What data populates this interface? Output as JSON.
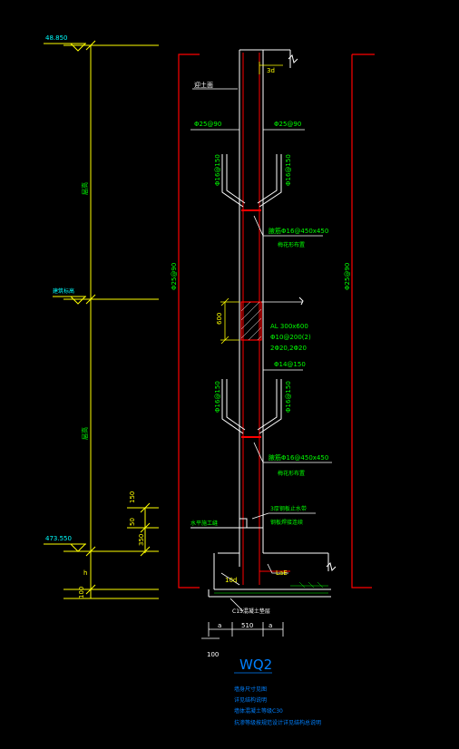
{
  "colors": {
    "background": "#000000",
    "wall": "#ffffff",
    "dimension": "#ffff00",
    "rebar_label": "#00ff00",
    "red_line": "#ff0000",
    "cyan": "#00ffff",
    "title": "#0080ff"
  },
  "elevations": {
    "top": "48.850",
    "bottom": "473.550"
  },
  "labels": {
    "top_dim": "3d",
    "wall_side": "迎土面",
    "rebar_left": "Φ25@90",
    "rebar_right": "Φ25@90",
    "stirrup_upper_left": "Φ16@150",
    "stirrup_upper_right": "Φ16@150",
    "stirrup_lower_left": "Φ16@150",
    "stirrup_lower_right": "Φ16@150",
    "haunch_upper": "腋筋Φ16@450x450",
    "haunch_upper_note": "梅花形布置",
    "haunch_lower": "腋筋Φ16@450x450",
    "haunch_lower_note": "梅花形布置",
    "beam_height": "600",
    "beam_1": "AL 300x600",
    "beam_2": "Φ10@200(2)",
    "beam_3": "2Φ20,2Φ20",
    "beam_4": "Φ14@150",
    "side_rebar_left": "Φ25@90",
    "side_rebar_right": "Φ25@90",
    "dim_mid": "层高",
    "dim_lower": "层高",
    "mid_elev": "建筑标高",
    "dim_150": "150",
    "dim_50": "50",
    "dim_350": "350",
    "construction_joint": "水平施工缝",
    "waterstop_1": "3厚钢板止水带",
    "waterstop_2": "钢板焊接连续",
    "lae": "LaE",
    "ld": "10d",
    "dim_h": "h",
    "dim_100": "100",
    "c15": "C15混凝土垫层",
    "base_a": "a",
    "base_510": "510",
    "base_b": "a",
    "base_100": "100",
    "title": "WQ2",
    "note_1": "墙身尺寸见图",
    "note_2": "详见结构说明",
    "note_3": "墙体混凝土等级C30",
    "note_4": "抗渗等级按规范设计详见结构总说明"
  }
}
